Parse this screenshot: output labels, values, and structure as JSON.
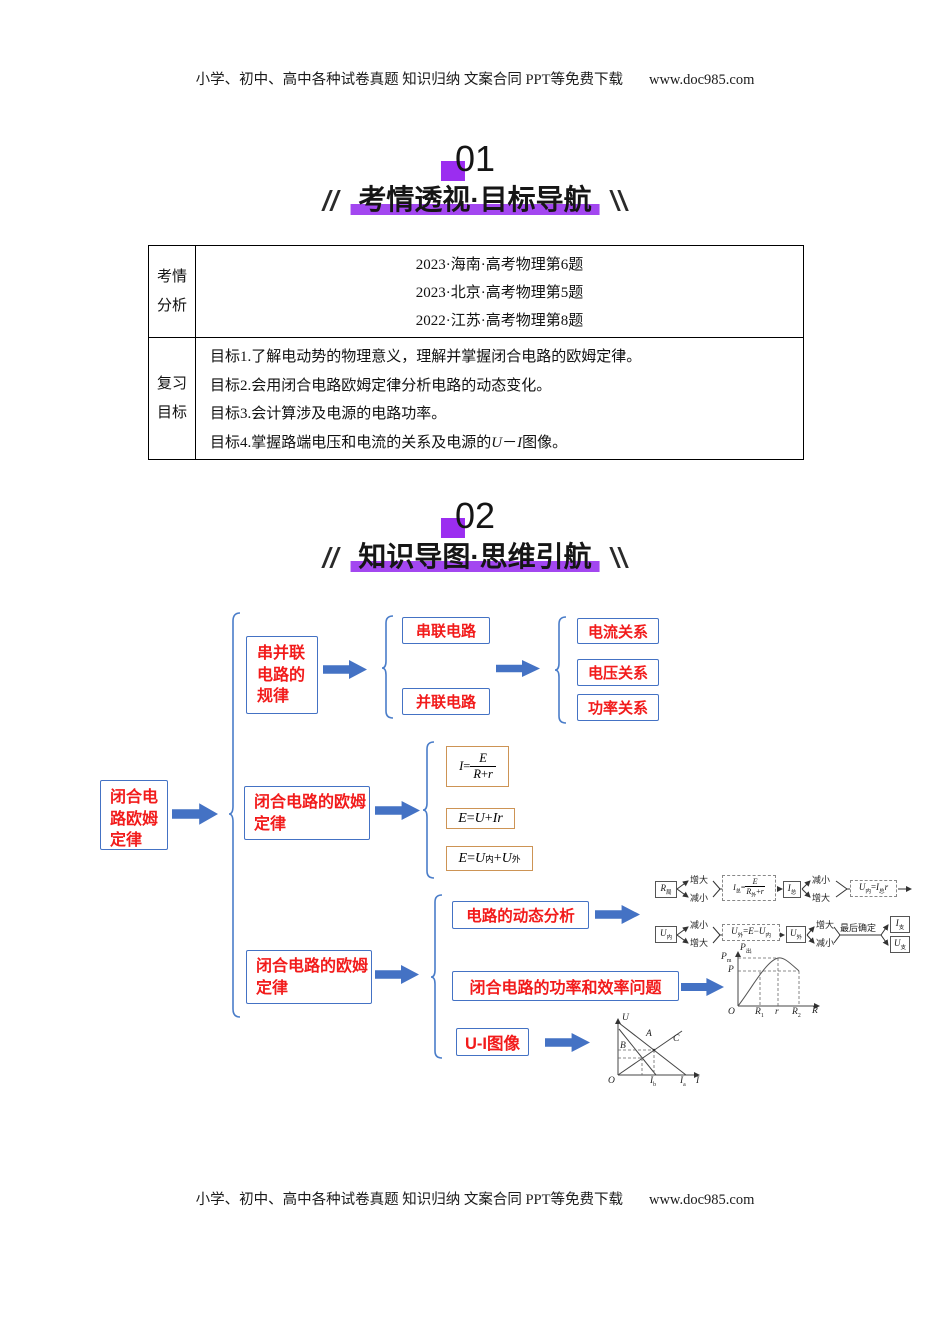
{
  "page": {
    "header_text": "小学、初中、高中各种试卷真题 知识归纳 文案合同 PPT等免费下载",
    "header_url": "www.doc985.com",
    "footer_text": "小学、初中、高中各种试卷真题 知识归纳 文案合同 PPT等免费下载",
    "footer_url": "www.doc985.com"
  },
  "colors": {
    "accent_purple": "#9b2df0",
    "accent_purple_bar": "#a347f0",
    "diagram_blue": "#4472c4",
    "node_red": "#f21b1b",
    "formula_orange": "#cd9455"
  },
  "section1": {
    "number": "01",
    "title": "考情透视·目标导航"
  },
  "section2": {
    "number": "02",
    "title": "知识导图·思维引航"
  },
  "table": {
    "row1_header": "考情分析",
    "row1_lines": [
      "2023·海南·高考物理第6题",
      "2023·北京·高考物理第5题",
      "2022·江苏·高考物理第8题"
    ],
    "row2_header": "复习目标",
    "row2_lines": [
      "目标1.了解电动势的物理意义，理解并掌握闭合电路的欧姆定律。",
      "目标2.会用闭合电路欧姆定律分析电路的动态变化。",
      "目标3.会计算涉及电源的电路功率。"
    ],
    "row2_line4_html": "目标4.掌握路端电压和电流的关系及电源的<i>U</i>－<i>I</i>图像。"
  },
  "mindmap": {
    "root": "闭合电路欧姆定律",
    "branch_series": "串并联电路的规律",
    "node_series": "串联电路",
    "node_parallel": "并联电路",
    "leaf_current": "电流关系",
    "leaf_voltage": "电压关系",
    "leaf_power": "功率关系",
    "branch_ohm1": "闭合电路的欧姆定律",
    "formula_current_html": "<i>I</i> = <span class='frac'><span class='num'><i>E</i></span><span class='den'><i>R</i>+<i>r</i></span></span>",
    "formula_emf1_html": "<i>E</i>=<i>U</i>+<i>Ir</i>",
    "formula_emf2_html": "<i>E</i>=<i>U</i><sub>内</sub>+<i>U</i><sub>外</sub>",
    "branch_ohm2": "闭合电路的欧姆定律",
    "node_dynamic": "电路的动态分析",
    "node_power_eff": "闭合电路的功率和效率问题",
    "node_ui": "U-I图像",
    "flow": {
      "r1b1_html": "<i>R</i><sub>局</sub>",
      "r1up": "增大",
      "r1dn": "减小",
      "r1f1_html": "<i>I</i><sub>总</sub>=<span class='frac'><span class='num'><i>E</i></span><span class='den'><i>R</i><sub>外</sub>+<i>r</i></span></span>",
      "r1b2_html": "<i>I</i><sub>总</sub>",
      "r1up2": "减小",
      "r1dn2": "增大",
      "r1f2_html": "<i>U</i><sub>内</sub>=<i>I</i><sub>总</sub><i>r</i>",
      "r2b1_html": "<i>U</i><sub>内</sub>",
      "r2up": "减小",
      "r2dn": "增大",
      "r2f1_html": "<i>U</i><sub>外</sub>=<i>E</i>−<i>U</i><sub>内</sub>",
      "r2b2_html": "<i>U</i><sub>外</sub>",
      "r2up2": "增大",
      "r2dn2": "减小",
      "final": "最后确定",
      "out1_html": "<i>I</i><sub>支</sub>",
      "out2_html": "<i>U</i><sub>支</sub>"
    },
    "pgraph": {
      "ylabel_html": "<i>P</i><sub>出</sub>",
      "pm_html": "<i>P</i><sub>m</sub>",
      "p_html": "<i>P</i>",
      "o": "O",
      "r1_html": "<i>R</i><sub>1</sub>",
      "r_html": "<i>r</i>",
      "r2_html": "<i>R</i><sub>2</sub>",
      "xlabel_html": "<i>R</i>"
    },
    "uigraph": {
      "ylabel": "U",
      "xlabel": "I",
      "o": "O",
      "a": "A",
      "b": "B",
      "c": "C",
      "ib_html": "<i>I</i><sub>b</sub>",
      "ia_html": "<i>I</i><sub>a</sub>"
    }
  }
}
